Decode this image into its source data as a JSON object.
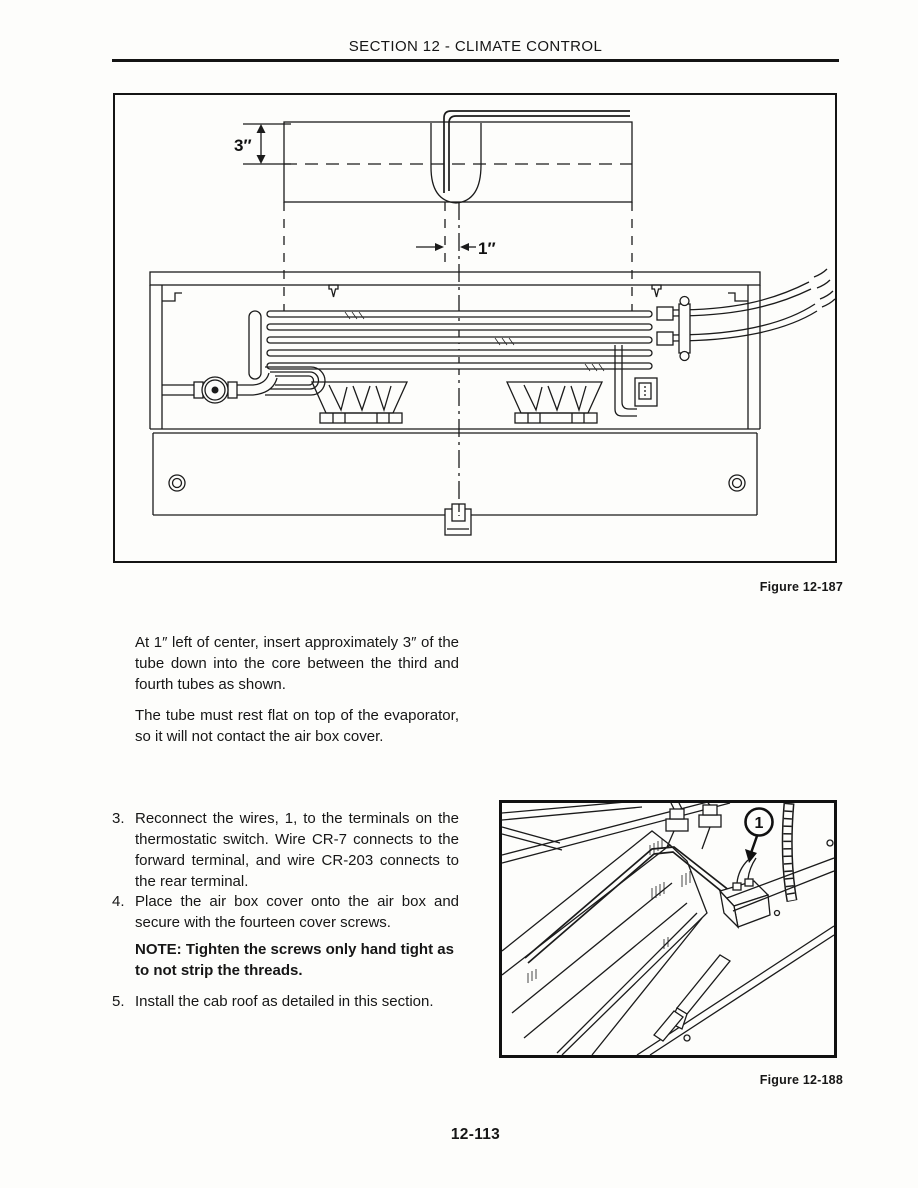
{
  "header": {
    "title": "SECTION 12 - CLIMATE CONTROL"
  },
  "page_number": "12-113",
  "figure1": {
    "caption": "Figure 12-187",
    "dim_vertical": "3″",
    "dim_horizontal": "1″"
  },
  "figure2": {
    "caption": "Figure 12-188",
    "callout": "1"
  },
  "body": {
    "para1": "At 1″ left of center, insert approximately 3″ of the tube down into the core between the third and fourth tubes as shown.",
    "para2": "The tube must rest flat on top of the evaporator, so it will not contact the air box cover."
  },
  "steps": [
    {
      "num": "3.",
      "text": "Reconnect the wires, 1, to the terminals on the thermostatic switch. Wire CR-7 connects to the forward terminal, and wire CR-203 connects to the rear terminal."
    },
    {
      "num": "4.",
      "text": "Place the air box cover onto the air box and secure with the fourteen cover screws."
    },
    {
      "num": "5.",
      "text": "Install the cab roof as detailed in this section."
    }
  ],
  "note": "NOTE: Tighten the screws only hand tight as to not strip the threads."
}
